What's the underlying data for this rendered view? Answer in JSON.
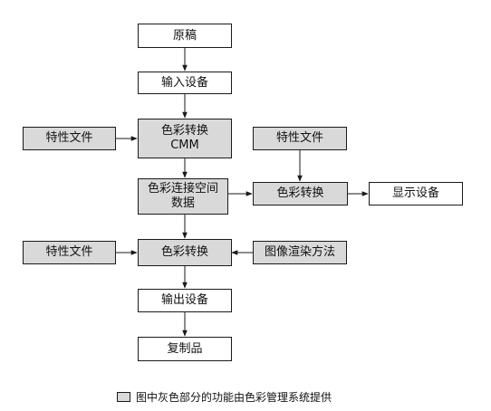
{
  "nodes": {
    "original": "原稿",
    "input_device": "输入设备",
    "profile_1": "特性文件",
    "color_convert_cmm": "色彩转换\nCMM",
    "profile_2": "特性文件",
    "pcs_data": "色彩连接空间\n数据",
    "color_convert_2": "色彩转换",
    "display_device": "显示设备",
    "profile_3": "特性文件",
    "color_convert_3": "色彩转换",
    "rendering_intent": "图像渲染方法",
    "output_device": "输出设备",
    "copy": "复制品"
  },
  "legend": {
    "text": "图中灰色部分的功能由色彩管理系统提供"
  },
  "colors": {
    "gray_fill": "#d9d9d9",
    "line": "#1a1a1a"
  }
}
